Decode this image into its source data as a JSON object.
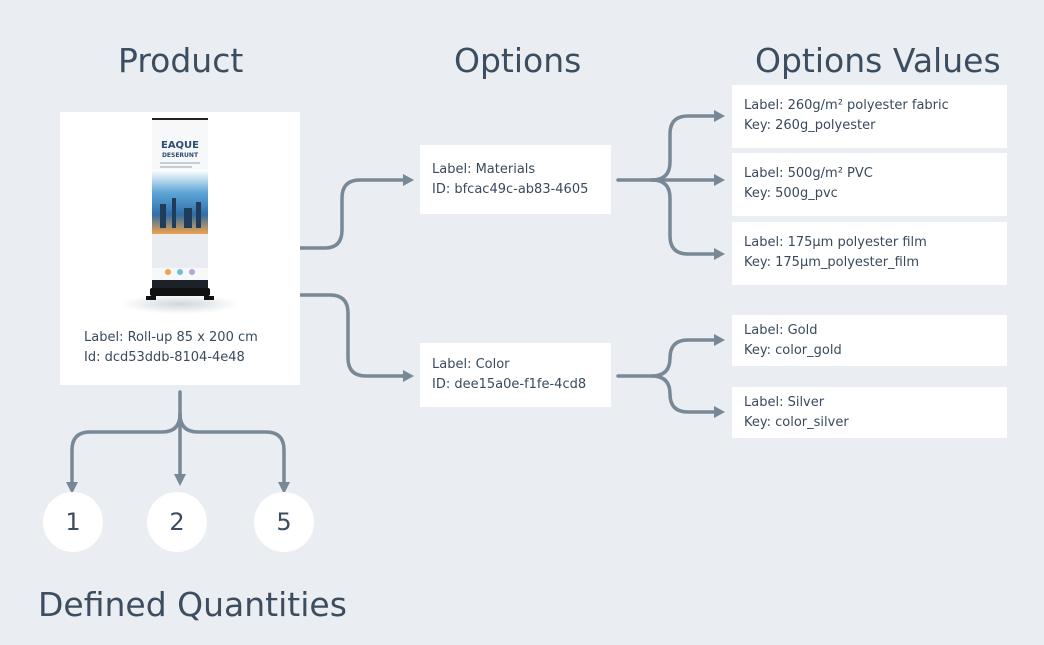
{
  "headings": {
    "product": "Product",
    "options": "Options",
    "option_values": "Options Values",
    "quantities": "Defined Quantities"
  },
  "product": {
    "label": "Label: Roll-up 85 x 200 cm",
    "id": "Id: dcd53ddb-8104-4e48",
    "banner_brand_line1": "EAQUE",
    "banner_brand_line2": "DESERUNT"
  },
  "options": [
    {
      "label": "Label: Materials",
      "id": "ID: bfcac49c-ab83-4605"
    },
    {
      "label": "Label: Color",
      "id": "ID: dee15a0e-f1fe-4cd8"
    }
  ],
  "option_values": [
    {
      "label": "Label: 260g/m² polyester fabric",
      "key": "Key: 260g_polyester"
    },
    {
      "label": "Label: 500g/m² PVC",
      "key": "Key: 500g_pvc"
    },
    {
      "label": "Label: 175µm polyester film",
      "key": "Key: 175µm_polyester_film"
    },
    {
      "label": "Label: Gold",
      "key": "Key: color_gold"
    },
    {
      "label": "Label: Silver",
      "key": "Key: color_silver"
    }
  ],
  "quantities": [
    "1",
    "2",
    "5"
  ]
}
